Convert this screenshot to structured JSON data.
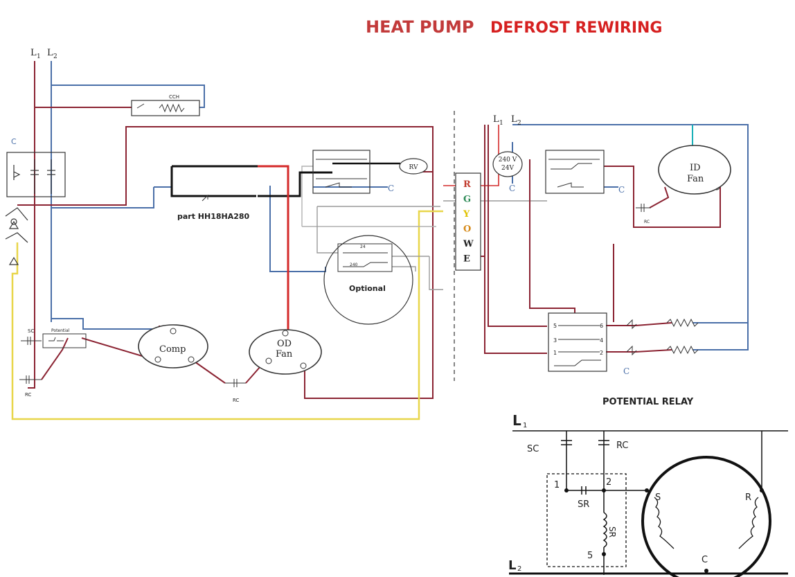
{
  "title": {
    "part1": "HEAT PUMP",
    "part2": "DEFROST REWIRING"
  },
  "labels": {
    "l1": "L",
    "l2": "L",
    "sub1": "1",
    "sub2": "2",
    "c": "C",
    "cch": "CCH",
    "rv": "RV",
    "part": "part HH18HA280",
    "optional": "Optional",
    "v24": "24",
    "v240": "240",
    "sc": "SC",
    "rc": "RC",
    "potential": "Potential",
    "comp": "Comp",
    "od_fan_line1": "OD",
    "od_fan_line2": "Fan",
    "id_fan_line1": "ID",
    "id_fan_line2": "Fan",
    "s": "S",
    "r": "R",
    "transformer_line1": "240 V",
    "transformer_line2": "24V",
    "n1": "1",
    "n2": "2",
    "n3": "3",
    "n4": "4",
    "n5": "5",
    "n6": "6"
  },
  "terminals": [
    "R",
    "G",
    "Y",
    "O",
    "W",
    "E"
  ],
  "terminal_colors": [
    "#c0392b",
    "#2e8b57",
    "#e0c200",
    "#d68a1a",
    "#222222",
    "#222222"
  ],
  "relay": {
    "title": "POTENTIAL RELAY",
    "l1": "L",
    "l1_sub": "1",
    "l2": "L",
    "l2_sub": "2",
    "sc": "SC",
    "rc": "RC",
    "sr": "SR",
    "sr_coil": "SR",
    "t1": "1",
    "t2": "2",
    "t5": "5",
    "s": "S",
    "r": "R",
    "c": "C"
  },
  "colors": {
    "red": "#d42a2a",
    "maroon": "#8b2332",
    "blue": "#4a6fa8",
    "yellow": "#e8d64a",
    "black": "#111111",
    "gray": "#9a9a9a",
    "title_gray": "#b94040",
    "title_red": "#d62020"
  }
}
